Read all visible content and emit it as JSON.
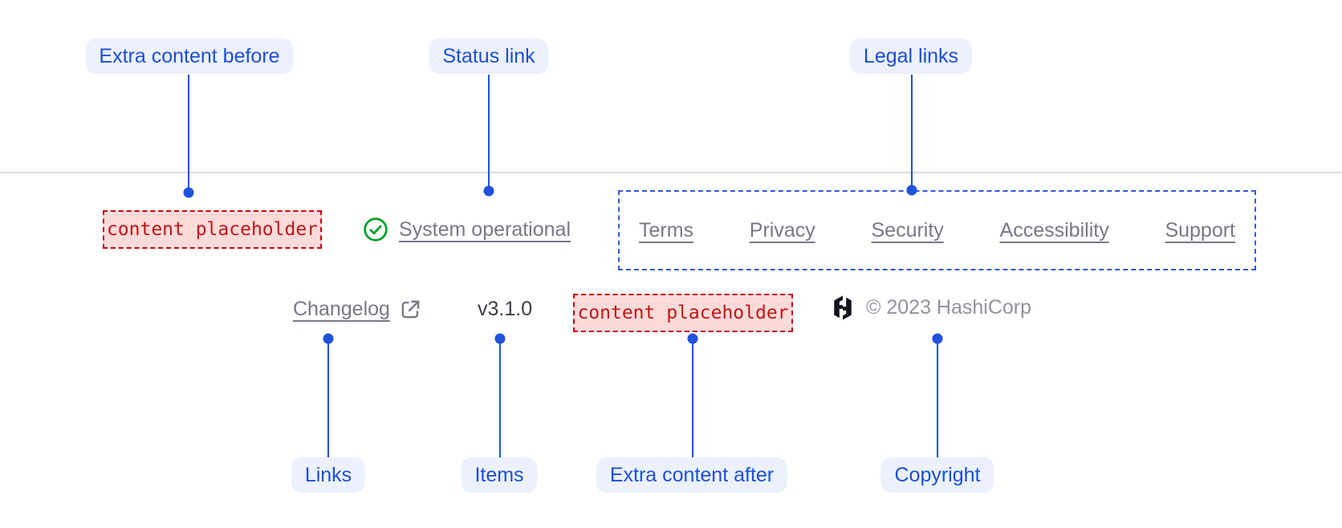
{
  "callouts": {
    "extra_content_before": "Extra content before",
    "status_link": "Status link",
    "legal_links": "Legal links",
    "links": "Links",
    "items": "Items",
    "extra_content_after": "Extra content after",
    "copyright": "Copyright"
  },
  "footer": {
    "extra_content_before_placeholder": "content placeholder",
    "status_link": {
      "icon": "check-circle-icon",
      "label": "System operational"
    },
    "legal_links": [
      {
        "label": "Terms"
      },
      {
        "label": "Privacy"
      },
      {
        "label": "Security"
      },
      {
        "label": "Accessibility"
      },
      {
        "label": "Support"
      }
    ],
    "links": [
      {
        "label": "Changelog",
        "icon": "external-link-icon"
      }
    ],
    "items": [
      {
        "label": "v3.1.0"
      }
    ],
    "extra_content_after_placeholder": "content placeholder",
    "copyright": {
      "logo": "hashicorp-logo",
      "label": "© 2023 HashiCorp"
    }
  },
  "colors": {
    "accent_blue": "#1e52db",
    "callout_label_bg": "#ecf1fd",
    "callout_label_text": "#1c4fd8",
    "legal_box_border": "#2e5ce0",
    "divider_gray": "#dbdbe0",
    "link_gray": "#7b7785",
    "copyright_gray": "#95919d",
    "version_text": "#3d3f48",
    "placeholder_border": "#c40a0a",
    "placeholder_bg": "#fbdada",
    "placeholder_text": "#c01616",
    "status_green": "#04a12b",
    "logo_black": "#14121e"
  }
}
